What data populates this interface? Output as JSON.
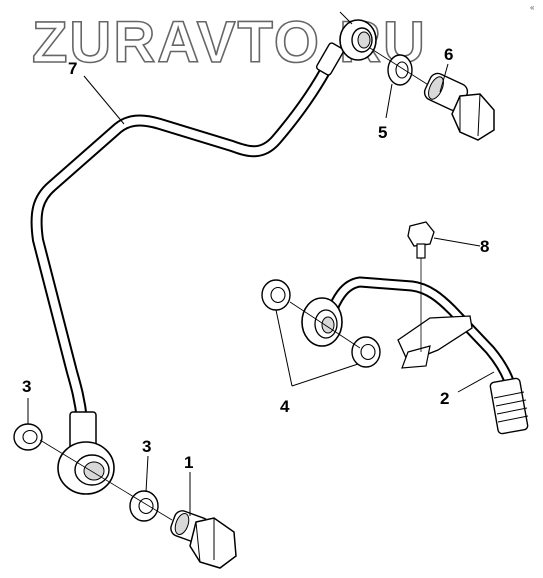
{
  "watermark": "ZURAVTO.RU",
  "corner_mark": "«",
  "callouts": {
    "c1": "1",
    "c2": "2",
    "c3a": "3",
    "c3b": "3",
    "c4": "4",
    "c5": "5",
    "c6": "6",
    "c7": "7",
    "c8": "8"
  },
  "colors": {
    "line": "#000000",
    "fill": "#ffffff",
    "shade": "#d9d9d9",
    "watermark_stroke": "#666666"
  }
}
